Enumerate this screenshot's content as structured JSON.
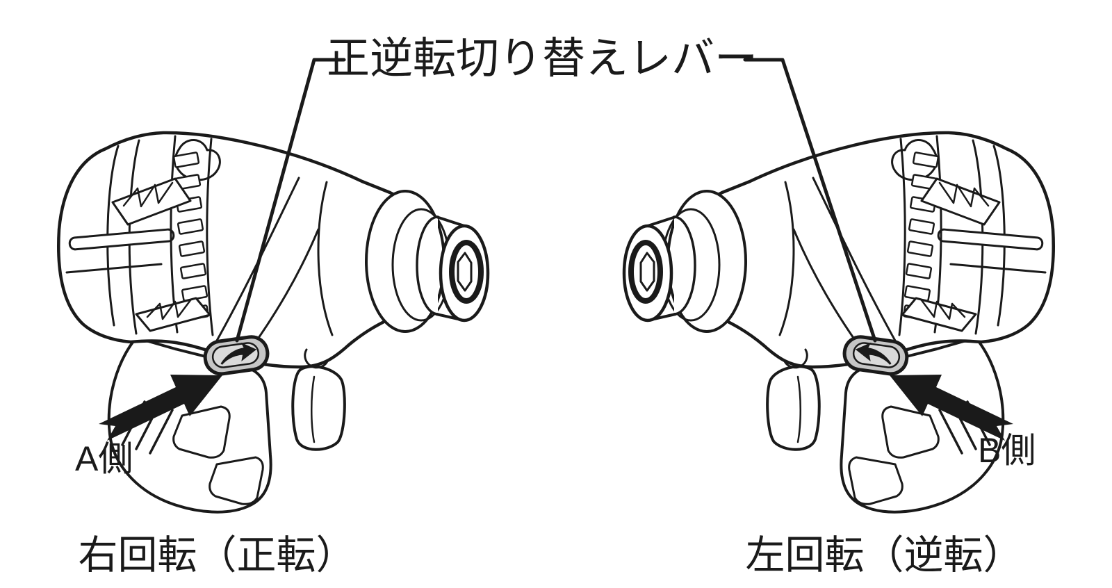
{
  "figure": {
    "lever_label": "正逆転切り替えレバー",
    "left_tool": {
      "side_label": "A側",
      "caption": "右回転（正転）"
    },
    "right_tool": {
      "side_label": "B側",
      "caption": "左回転（逆転）"
    },
    "icons": {
      "lever_icon": "forward-reverse-lever",
      "pointer_icon": "solid-direction-arrow"
    },
    "colors": {
      "background": "#ffffff",
      "line": "#1a1a1a",
      "lever_fill": "#c6c6c6",
      "lever_inner_fill": "#dadada"
    }
  }
}
